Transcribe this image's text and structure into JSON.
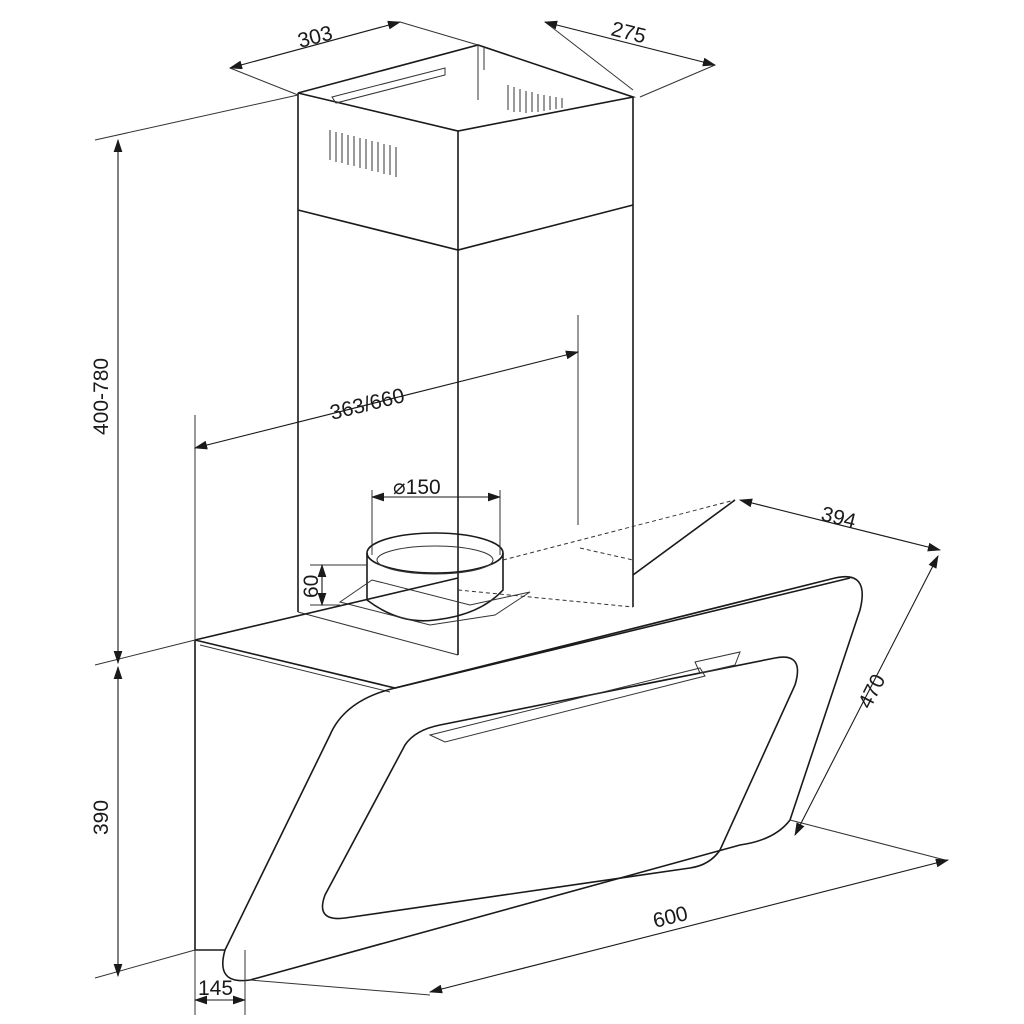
{
  "title": "Cooker hood dimension drawing",
  "dimensions": {
    "chimney_width": "303",
    "chimney_depth": "275",
    "chimney_height": "400-780",
    "bracket_height": "363/660",
    "duct_diameter": "⌀150",
    "collar_height": "60",
    "hood_depth": "394",
    "glass_height": "470",
    "hood_height": "390",
    "hood_width": "600",
    "base_depth": "145"
  }
}
